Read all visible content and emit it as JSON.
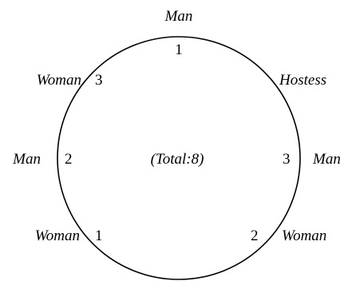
{
  "diagram": {
    "center_label": "(Total:8)",
    "seats": [
      {
        "role": "Man",
        "number": "1"
      },
      {
        "role": "Hostess",
        "number": ""
      },
      {
        "role": "Man",
        "number": "3"
      },
      {
        "role": "Woman",
        "number": "2"
      },
      {
        "role": "Woman",
        "number": "1"
      },
      {
        "role": "Man",
        "number": "2"
      },
      {
        "role": "Woman",
        "number": "3"
      }
    ],
    "colors": {
      "stroke": "#000000",
      "background": "#ffffff"
    }
  }
}
